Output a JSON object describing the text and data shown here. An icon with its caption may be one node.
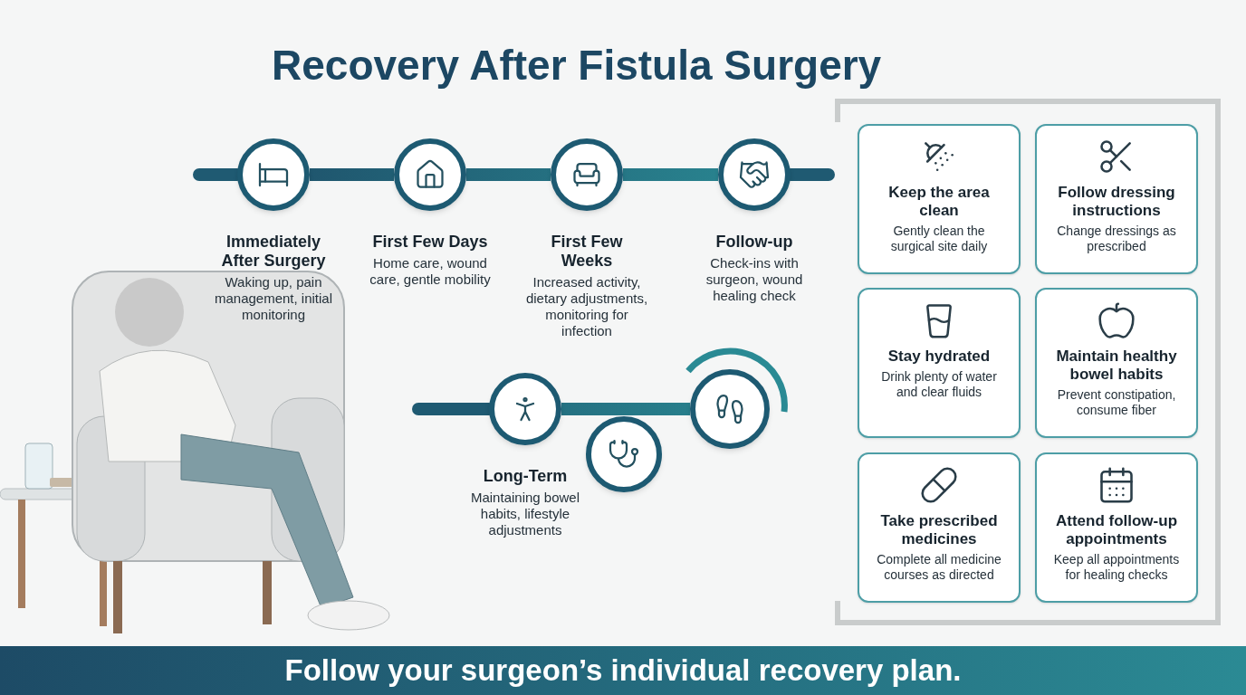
{
  "diagram": {
    "title": "Recovery After Fistula Surgery",
    "caption": "Follow your surgeon’s individual recovery plan.",
    "nodes": [
      {
        "text": [
          "Immediately After Surgery",
          "Waking up, pain management, initial monitoring"
        ]
      },
      {
        "text": [
          "First Few Days",
          "Home care, wound care, gentle mobility"
        ]
      },
      {
        "text": [
          "First Few Weeks",
          "Increased activity, dietary adjustments, monitoring for infection"
        ]
      },
      {
        "text": [
          "Follow-up",
          "Check-ins with surgeon, wound healing check"
        ]
      },
      {
        "text": [
          "Long-Term",
          "Maintaining bowel habits, lifestyle adjustments"
        ]
      },
      {
        "text": [],
        "shape": "circle"
      },
      {
        "text": [],
        "shape": "circle"
      },
      {
        "text": [
          "Keep the area clean",
          "Gently clean the surgical site daily"
        ]
      },
      {
        "text": [
          "Follow dressing instructions",
          "Change dressings as prescribed"
        ]
      },
      {
        "text": [
          "Stay hydrated",
          "Drink plenty of water and clear fluids"
        ]
      },
      {
        "text": [
          "Maintain healthy bowel habits",
          "Prevent constipation, consume fiber"
        ]
      },
      {
        "text": [
          "Take prescribed medicines",
          "Complete all medicine courses as directed"
        ]
      },
      {
        "text": [
          "Attend follow-up appointments",
          "Keep all appointments for healing checks"
        ]
      }
    ],
    "edges": [
      {
        "from": 0,
        "to": 1,
        "arrow": "none"
      },
      {
        "from": 1,
        "to": 2,
        "arrow": "none"
      },
      {
        "from": 2,
        "to": 3,
        "arrow": "none"
      },
      {
        "from": 4,
        "to": 6,
        "arrow": "none"
      }
    ]
  }
}
